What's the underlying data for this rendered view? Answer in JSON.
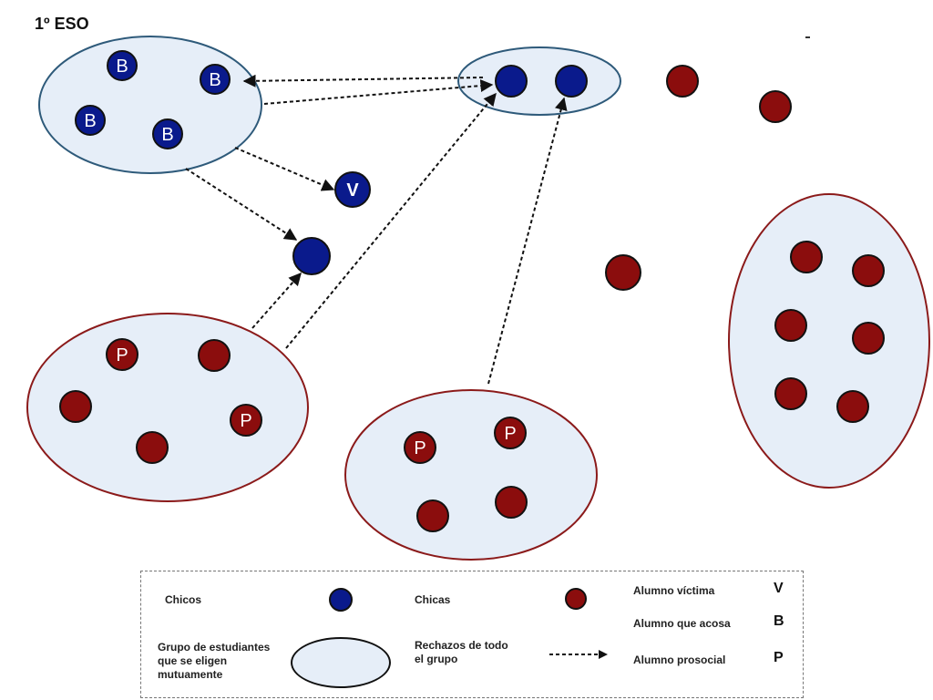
{
  "title": "1º ESO",
  "colors": {
    "boy": "#0a1a8c",
    "girl": "#8b0d0d",
    "group_fill": "#e6eef8",
    "boy_group_border": "#2e5a7a",
    "girl_group_border": "#8b1a1a",
    "arrow": "#111111"
  },
  "node_letters": {
    "bully": "B",
    "victim": "V",
    "prosocial": "P"
  },
  "legend": {
    "boys": "Chicos",
    "girls": "Chicas",
    "group": "Grupo de estudiantes\nque se eligen\nmutuamente",
    "rejection": "Rechazos de todo\nel grupo",
    "victim": "Alumno víctima",
    "victim_letter": "V",
    "bully": "Alumno que acosa",
    "bully_letter": "B",
    "prosocial": "Alumno prosocial",
    "prosocial_letter": "P"
  }
}
